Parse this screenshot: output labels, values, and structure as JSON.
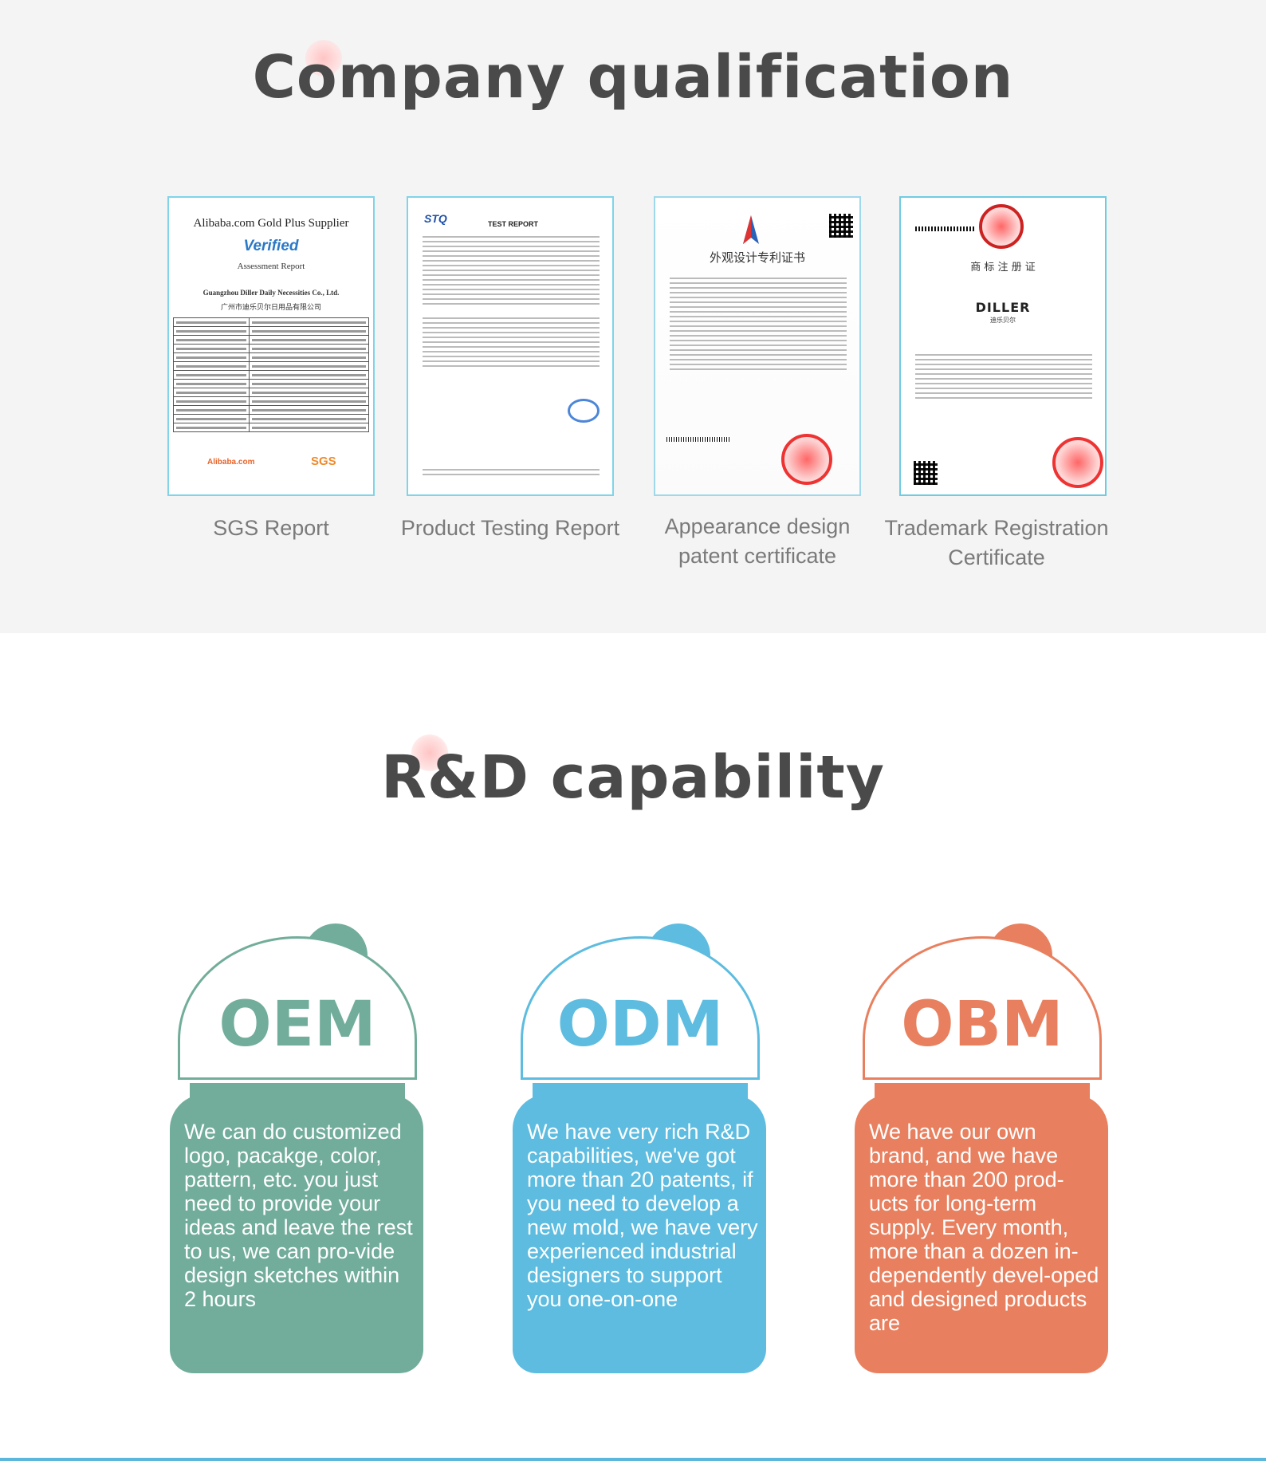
{
  "qualification": {
    "title": "Company qualification",
    "certificates": [
      {
        "caption": "SGS Report"
      },
      {
        "caption": "Product Testing Report"
      },
      {
        "caption": "Appearance design patent certificate"
      },
      {
        "caption": "Trademark Registration Certificate"
      }
    ],
    "sgs_doc": {
      "heading": "Alibaba.com Gold Plus Supplier",
      "badge": "Verified",
      "report_title": "Assessment Report",
      "company": "Guangzhou Diller Daily Necessities Co., Ltd.",
      "company_cn": "广州市迪乐贝尔日用品有限公司",
      "footer_left": "Alibaba.com",
      "footer_right": "SGS"
    },
    "test_doc": {
      "logo": "STQ",
      "heading": "TEST REPORT"
    },
    "patent_doc": {
      "heading": "外观设计专利证书"
    },
    "trademark_doc": {
      "heading": "商 标 注 册 证",
      "brand": "DILLER",
      "brand_cn": "迪乐贝尔"
    }
  },
  "rd": {
    "title": "R&D capability",
    "cards": [
      {
        "label": "OEM",
        "color": "#72ad9b",
        "text": "We can do customized logo, pacakge, color, pattern, etc. you just need to provide your ideas and leave the rest to us, we can pro-vide design sketches within 2 hours"
      },
      {
        "label": "ODM",
        "color": "#5dbcdf",
        "text": "We have very rich R&D capabilities, we've got more than 20 patents, if you need to develop a new mold, we have very experienced industrial designers to support you one-on-one"
      },
      {
        "label": "OBM",
        "color": "#e8805f",
        "text": "We have our own brand, and we have more than 200 prod-ucts for long-term supply. Every month, more than a dozen in-dependently devel-oped and designed products are"
      }
    ]
  }
}
